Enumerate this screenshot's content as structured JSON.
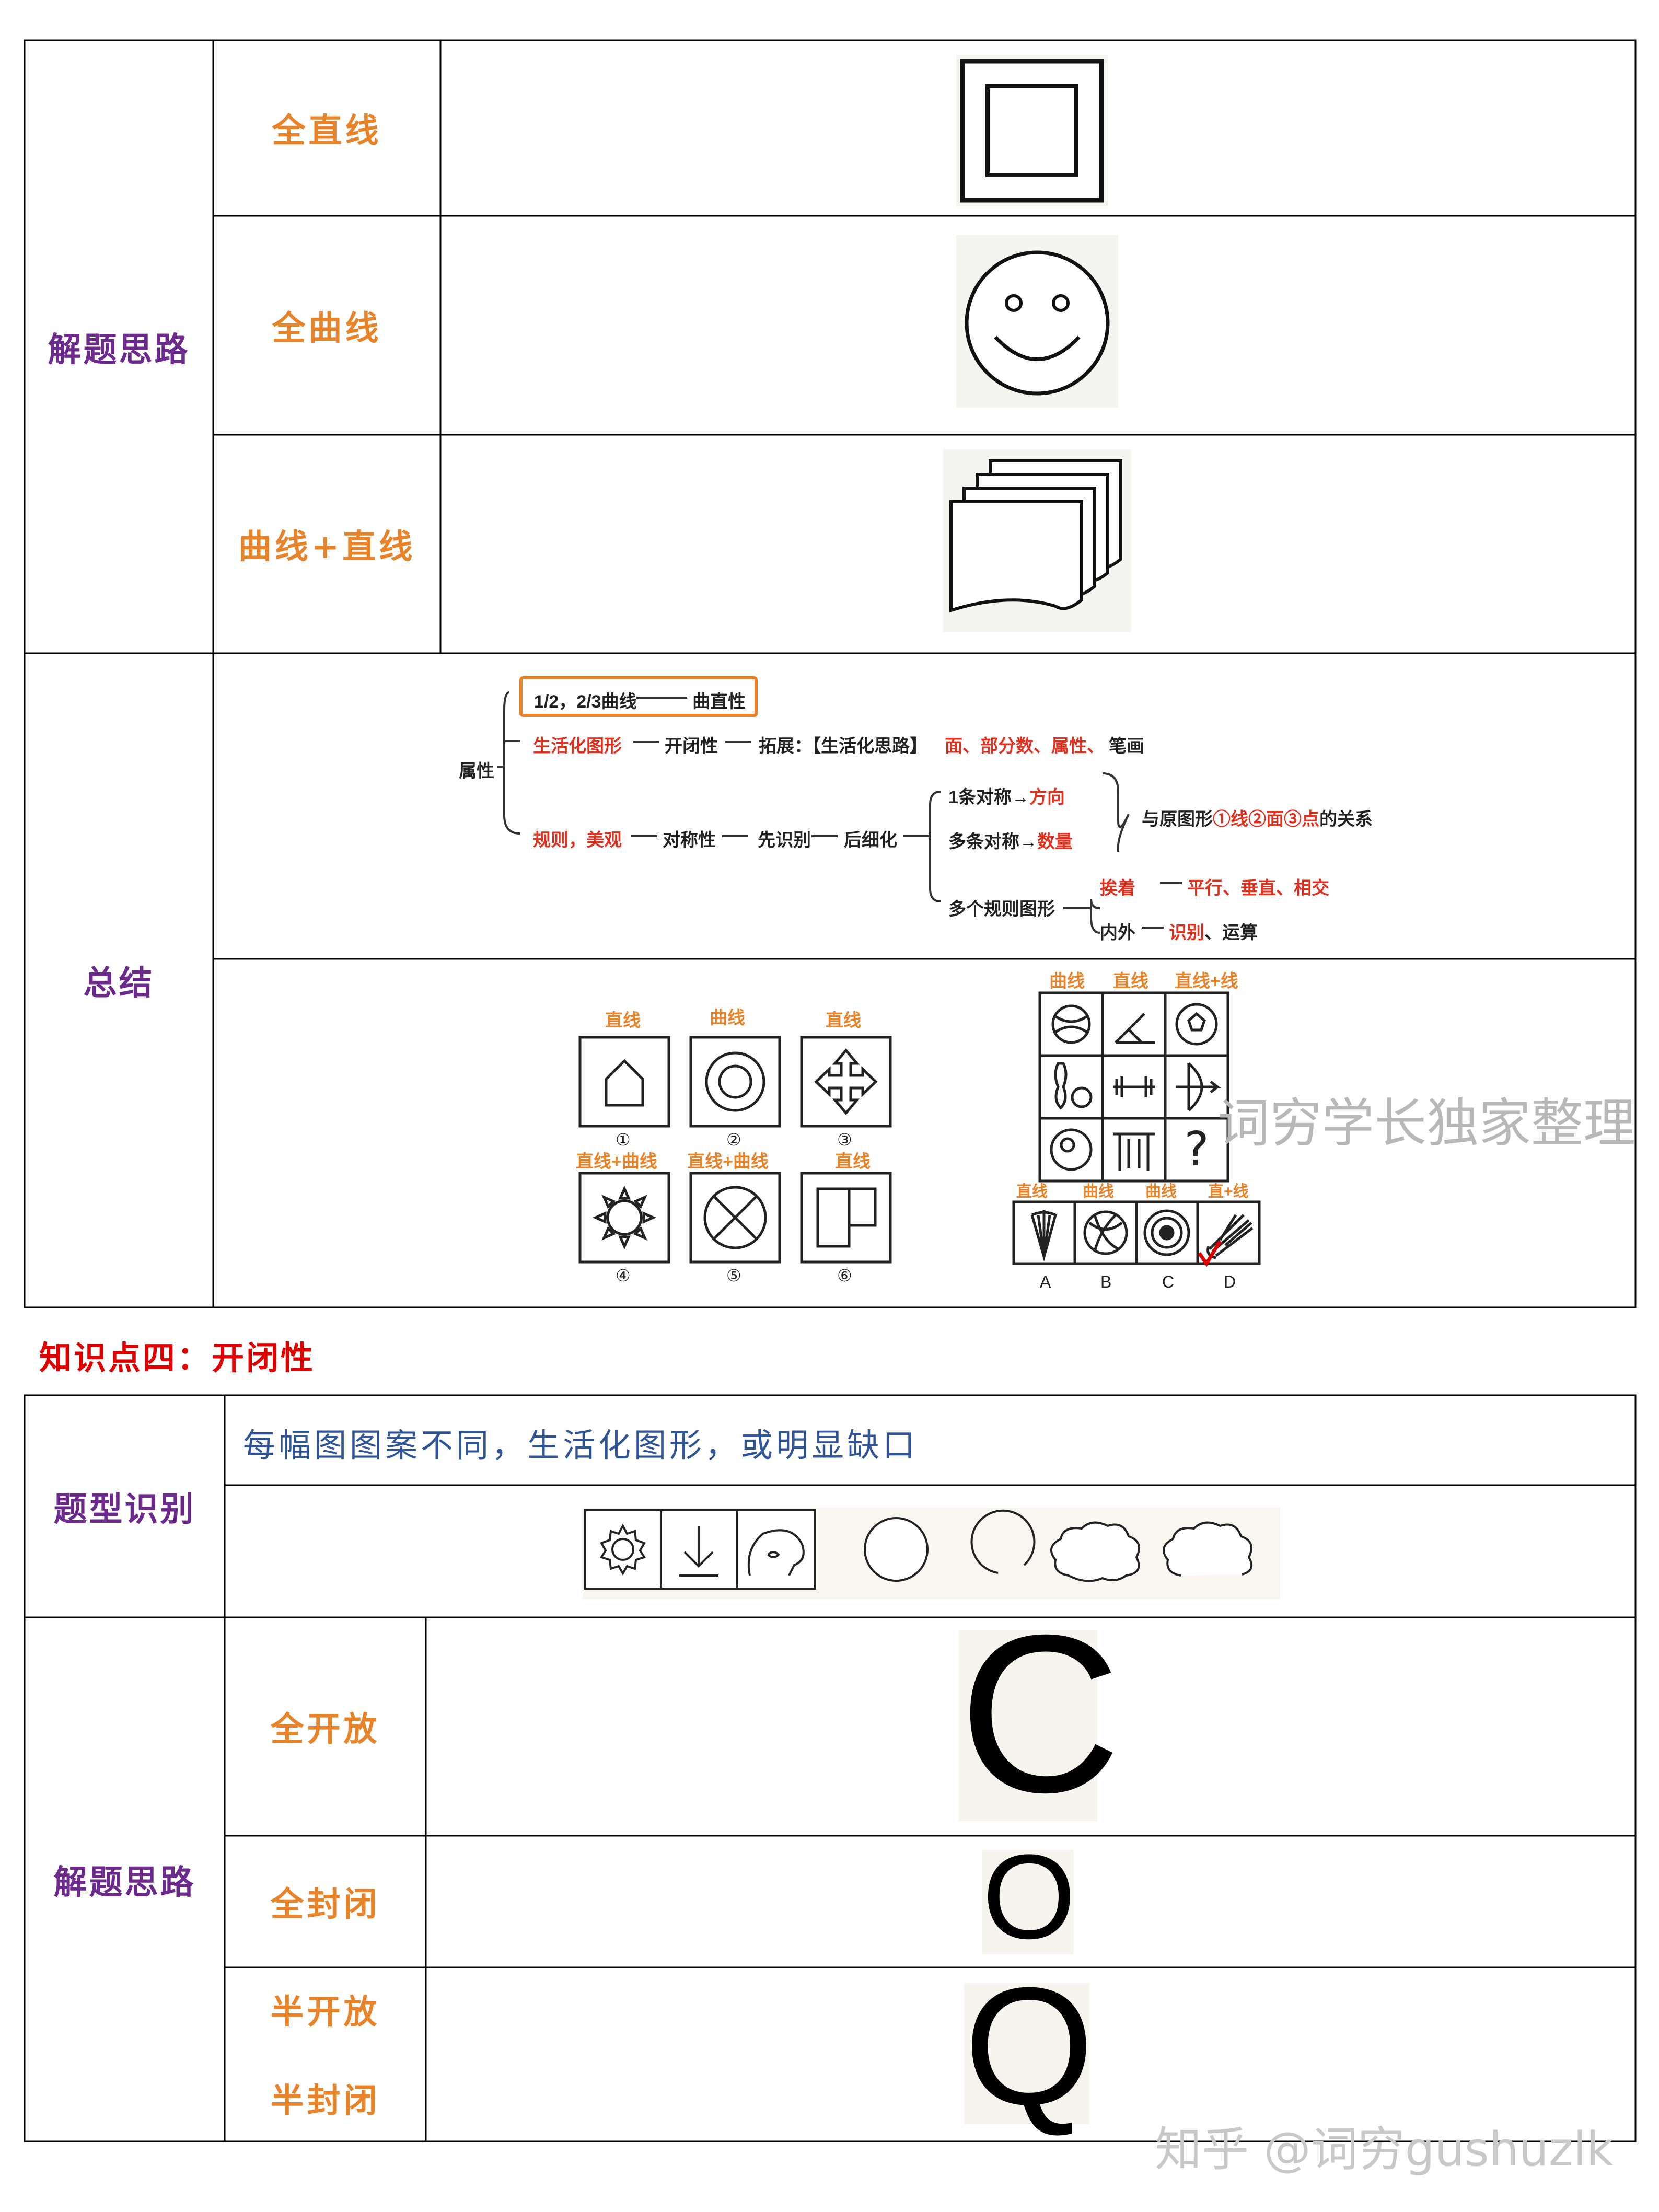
{
  "table1": {
    "row_label_approach": "解题思路",
    "row_label_summary": "总结",
    "sub_labels": [
      "全直线",
      "全曲线",
      "曲线+直线"
    ]
  },
  "mindmap": {
    "root": "属性",
    "branch1": "1/2，2/3曲线",
    "branch1_result": "曲直性",
    "branch2": "生活化图形",
    "branch2_mid": "开闭性",
    "branch2_ext": "拓展：【生活化思路】",
    "branch2_items_red": "面、部分数、属性、",
    "branch2_item_black": "笔画",
    "branch3": "规则，美观",
    "branch3_mid": "对称性",
    "branch3_step1": "先识别",
    "branch3_step2": "后细化",
    "sym1_prefix": "1条对称→",
    "sym1_red": "方向",
    "sym2_prefix": "多条对称→",
    "sym2_red": "数量",
    "relation_prefix": "与原图形",
    "relation_red": "①线②面③点",
    "relation_suffix": "的关系",
    "multi_rule": "多个规则图形",
    "adjacent_red": "挨着",
    "adjacent_result": "平行、垂直、相交",
    "inner_outer": "内外",
    "inner_outer_red": "识别",
    "inner_outer_suffix": "、运算"
  },
  "example_left": {
    "top_labels": [
      "直线",
      "曲线",
      "直线"
    ],
    "bottom_labels": [
      "直线+曲线",
      "直线+曲线",
      "直线"
    ],
    "numbers_top": [
      "①",
      "②",
      "③"
    ],
    "numbers_bottom": [
      "④",
      "⑤",
      "⑥"
    ]
  },
  "example_right": {
    "col_labels": [
      "曲线",
      "直线",
      "直线+线"
    ],
    "question_mark": "?",
    "option_labels": [
      "直线",
      "曲线",
      "曲线",
      "直+线"
    ],
    "option_letters": [
      "A",
      "B",
      "C",
      "D"
    ]
  },
  "heading": "知识点四：开闭性",
  "table2": {
    "row_label_identify": "题型识别",
    "identify_text": "每幅图图案不同，生活化图形，或明显缺口",
    "row_label_approach": "解题思路",
    "sub_labels": [
      "全开放",
      "全封闭",
      "半开放",
      "半封闭"
    ],
    "letters": [
      "C",
      "O",
      "Q"
    ]
  },
  "watermarks": {
    "center": "词穷学长独家整理",
    "bottom": "知乎 @词穷gushuzlk"
  }
}
